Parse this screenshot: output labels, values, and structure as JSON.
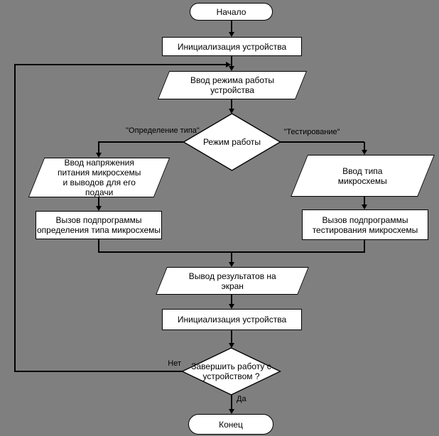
{
  "background": "#7f7f7f",
  "shape_fill": "#ffffff",
  "stroke_color": "#000000",
  "diagram_type": "flowchart",
  "nodes": {
    "start": "Начало",
    "init_top": "Инициализация устройства",
    "input_mode": "Ввод режима работы\nустройства",
    "mode_decision": "Режим работы",
    "input_voltage": "Ввод напряжения\nпитания микросхемы\nи выводов для его\nподачи",
    "call_detect": "Вызов подпрограммы\nопределения типа микросхемы",
    "input_chip_type": "Ввод типа\nмикросхемы",
    "call_test": "Вызов подпрограммы\nтестирования микросхемы",
    "output_results": "Вывод результатов на\nэкран",
    "init_bottom": "Инициализация устройства",
    "finish_decision": "Завершить работу с\nустройством ?",
    "end": "Конец"
  },
  "edge_labels": {
    "detect_branch": "\"Определение типа\"",
    "test_branch": "\"Тестирование\"",
    "no": "Нет",
    "yes": "Да"
  }
}
